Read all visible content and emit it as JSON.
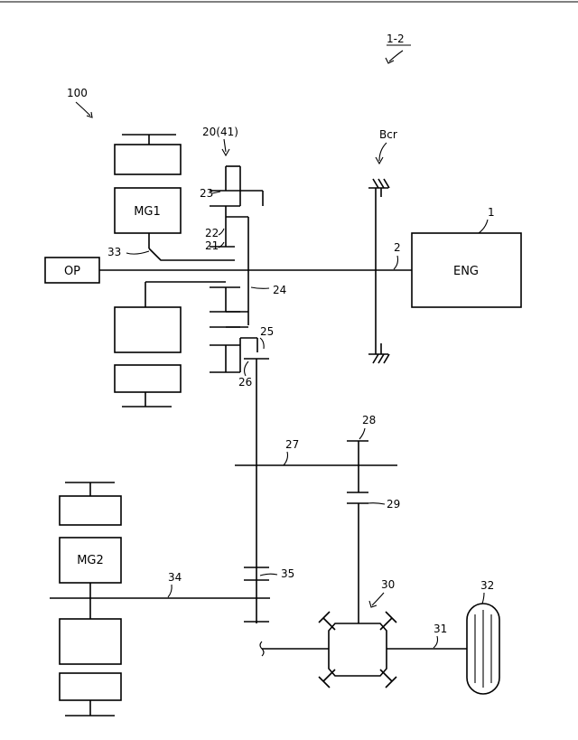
{
  "labels": {
    "fig_ref": "1-2",
    "system_ref": "100",
    "gearset_ref": "20(41)",
    "brake_ref": "Bcr",
    "engine_ref": "1",
    "input_shaft_ref": "2",
    "ring_gear_ref": "23",
    "pinion_ref": "22",
    "sun_gear_ref": "21",
    "mg1_shaft_ref": "33",
    "carrier_ref": "24",
    "drive_gear_ref": "25",
    "output_gear_ref": "26",
    "counter_driven_ref": "28",
    "counter_shaft_ref": "27",
    "drive_pinion_ref": "29",
    "differential_ref": "30",
    "wheel_ref": "32",
    "axle_ref": "31",
    "mg2_shaft_ref": "34",
    "reduction_gear_ref": "35"
  },
  "components": {
    "op": "OP",
    "mg1": "MG1",
    "mg2": "MG2",
    "eng": "ENG"
  }
}
